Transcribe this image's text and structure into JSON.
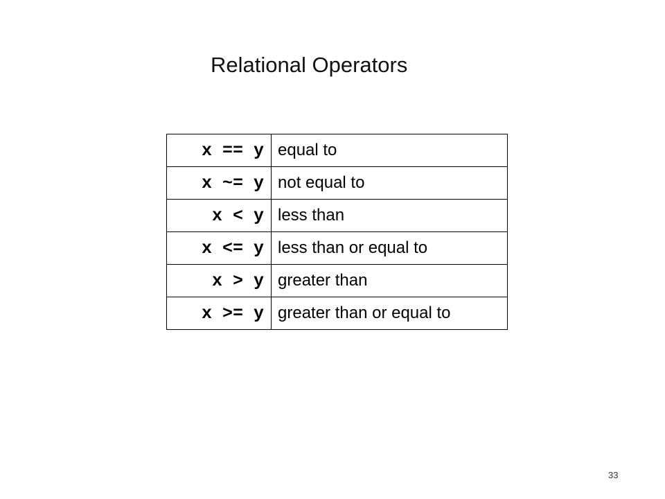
{
  "slide": {
    "title": "Relational Operators",
    "page_number": "33"
  },
  "operators": [
    {
      "symbol": "x == y",
      "meaning": "equal to"
    },
    {
      "symbol": "x ~= y",
      "meaning": "not equal to"
    },
    {
      "symbol": "x < y",
      "meaning": "less than"
    },
    {
      "symbol": "x <= y",
      "meaning": "less than or equal to"
    },
    {
      "symbol": "x > y",
      "meaning": "greater than"
    },
    {
      "symbol": "x >= y",
      "meaning": "greater than or equal to"
    }
  ]
}
